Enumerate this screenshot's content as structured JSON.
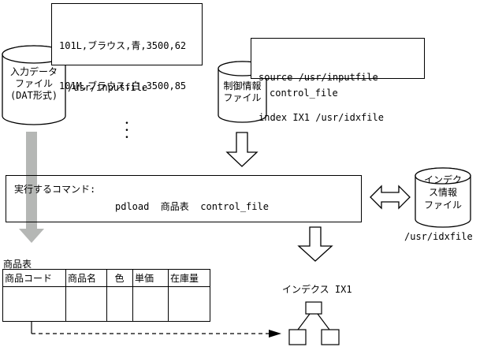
{
  "sample_data_box": {
    "lines": [
      "101L,ブラウス,青,3500,62",
      "101M,ブラウス,白,3500,85"
    ],
    "ellipsis": "•\n•\n•"
  },
  "input_file": {
    "label_line1": "入力データ",
    "label_line2": "ファイル",
    "label_line3": "(DAT形式)",
    "path": "/usr/inputfile"
  },
  "control_statements_box": {
    "lines": [
      "source /usr/inputfile",
      "index IX1 /usr/idxfile"
    ]
  },
  "control_file": {
    "label_line1": "制御情報",
    "label_line2": "ファイル",
    "name": "control_file"
  },
  "command_box": {
    "caption": "実行するコマンド:",
    "command": "pdload  商品表  control_file"
  },
  "index_file": {
    "label_line1": "インデク",
    "label_line2": "ス情報",
    "label_line3": "ファイル",
    "path": "/usr/idxfile"
  },
  "product_table": {
    "title": "商品表",
    "headers": [
      "商品コード",
      "商品名",
      "色",
      "単価",
      "在庫量"
    ]
  },
  "index_tree": {
    "title": "インデクス IX1"
  },
  "colors": {
    "bulk_arrow_gray": "#b5b7b5",
    "line_black": "#000000"
  }
}
